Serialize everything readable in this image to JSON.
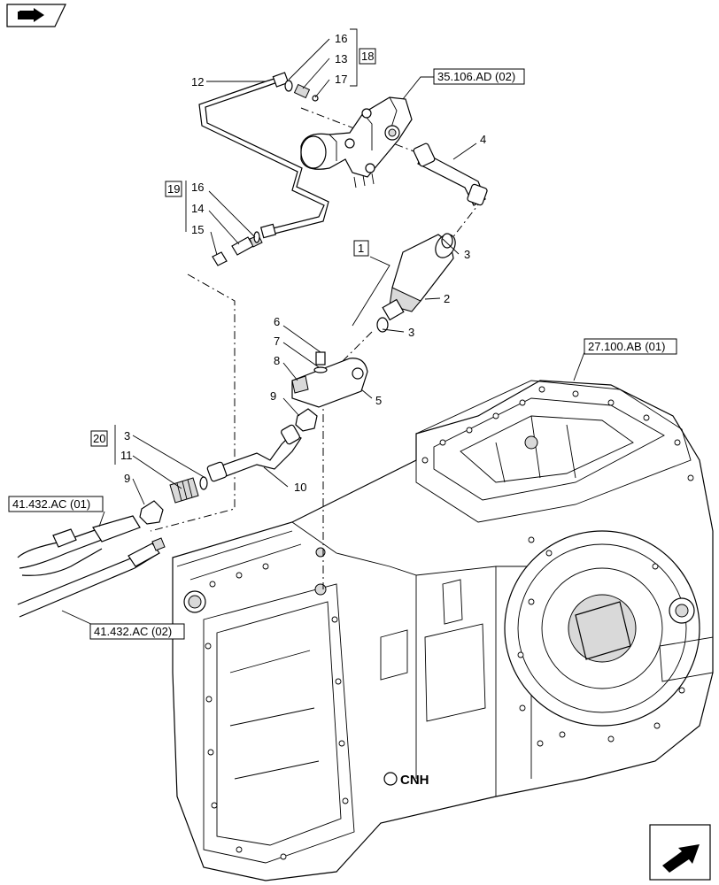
{
  "callouts": {
    "c16a": "16",
    "c13": "13",
    "c17": "17",
    "c18": "18",
    "c12": "12",
    "c35106": "35.106.AD (02)",
    "c4": "4",
    "c19": "19",
    "c16b": "16",
    "c14": "14",
    "c15": "15",
    "c1": "1",
    "c3a": "3",
    "c2": "2",
    "c3b": "3",
    "c6": "6",
    "c7": "7",
    "c8": "8",
    "c9a": "9",
    "c5": "5",
    "c27100": "27.100.AB (01)",
    "c20": "20",
    "c3c": "3",
    "c11": "11",
    "c9b": "9",
    "c10": "10",
    "c41432a": "41.432.AC (01)",
    "c41432b": "41.432.AC (02)"
  },
  "icons": {
    "top_left": "book-pointer-icon",
    "bottom_right": "next-arrow-icon"
  },
  "logo": {
    "text": "CNH"
  }
}
